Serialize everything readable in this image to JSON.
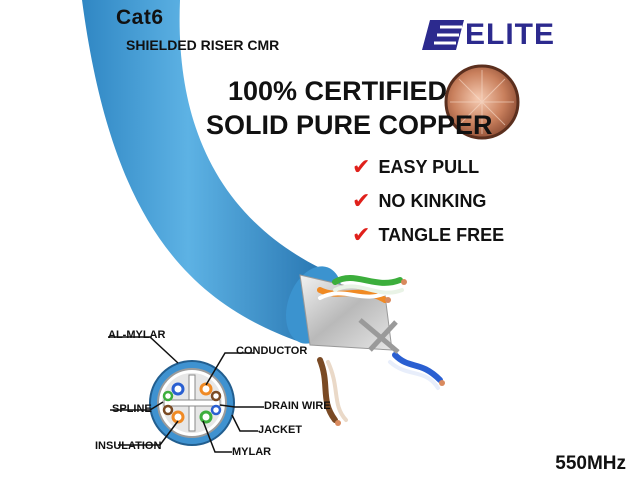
{
  "brand": {
    "logo_text": "ELITE",
    "logo_color": "#2c2a8e"
  },
  "product": {
    "title": "Cat6",
    "subtitle": "SHIELDED RISER CMR",
    "cable_color": "#4aa3d8"
  },
  "headline": {
    "line1": "100% CERTIFIED",
    "line2": "SOLID PURE COPPER"
  },
  "features": [
    "EASY PULL",
    "NO KINKING",
    "TANGLE FREE"
  ],
  "feature_check_color": "#e0201b",
  "diagram": {
    "labels": {
      "al_mylar": "AL-MYLAR",
      "conductor": "CONDUCTOR",
      "spline": "SPLINE",
      "drain_wire": "DRAIN WIRE",
      "jacket": "JACKET",
      "insulation": "INSULATION",
      "mylar": "MYLAR"
    }
  },
  "frequency": "550MHz"
}
